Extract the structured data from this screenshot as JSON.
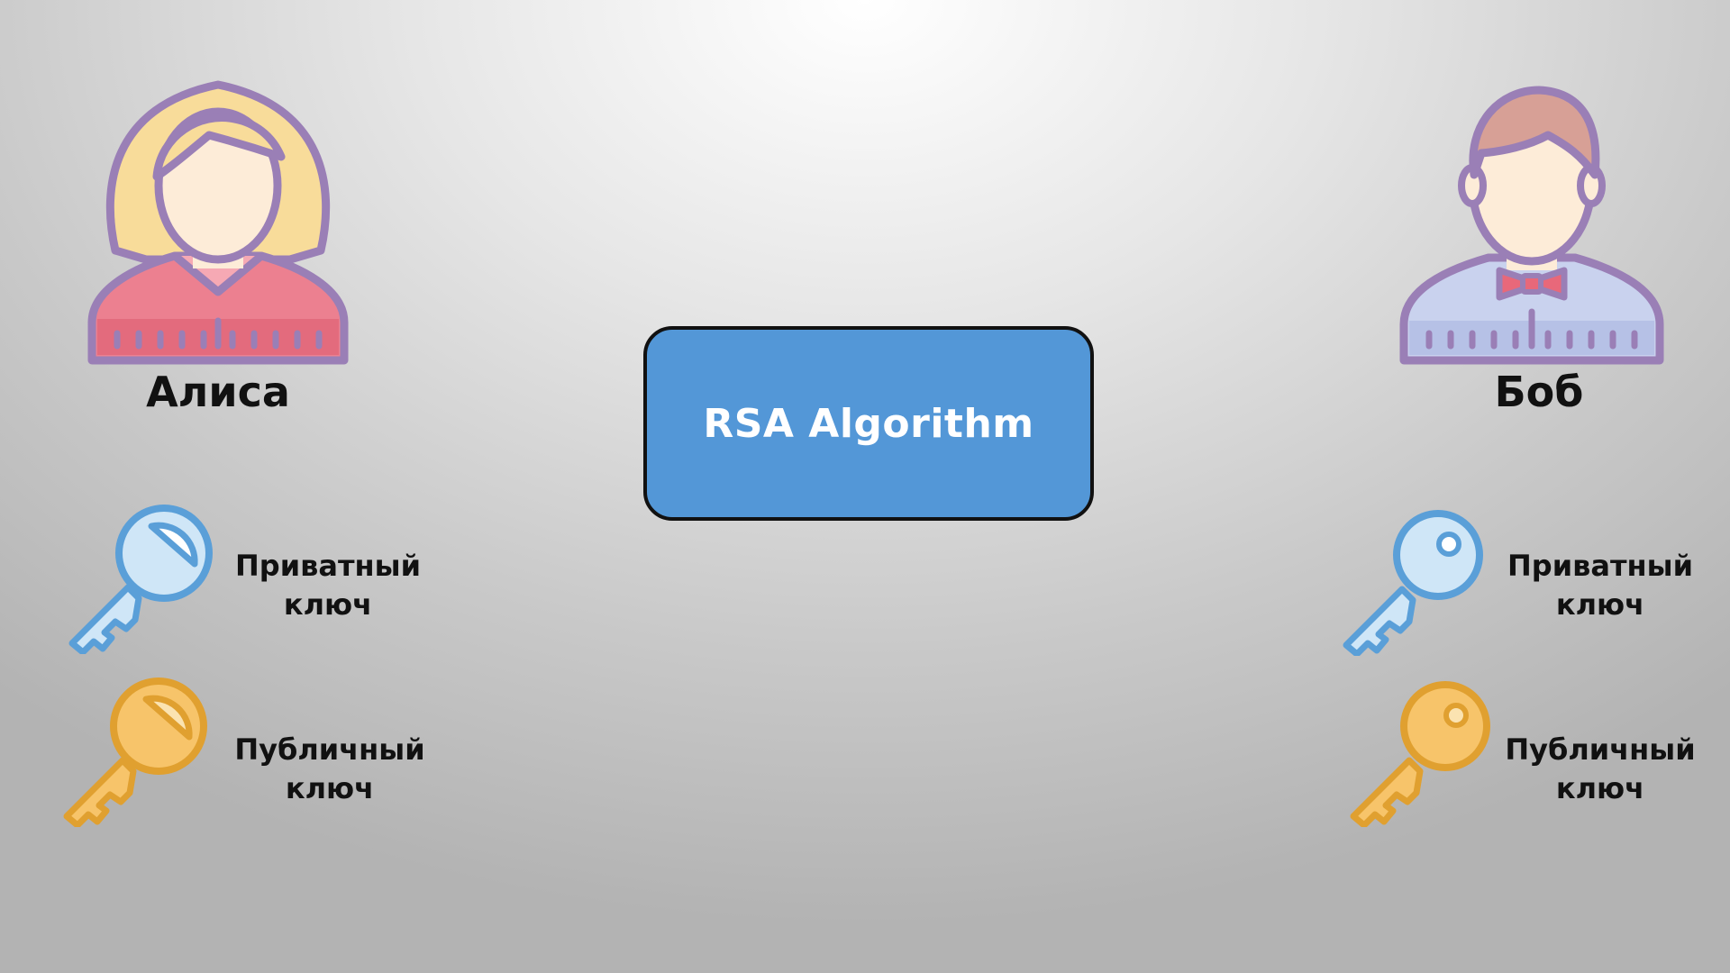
{
  "center": {
    "label": "RSA Algorithm",
    "color": "#5397d7"
  },
  "alice": {
    "name": "Алиса",
    "icon": "woman-avatar-icon",
    "private_key": {
      "line1": "Приватный",
      "line2": "ключ",
      "icon": "key-icon",
      "color": "#cfe6f7"
    },
    "public_key": {
      "line1": "Публичный",
      "line2": "ключ",
      "icon": "key-icon",
      "color": "#f7c46a"
    }
  },
  "bob": {
    "name": "Боб",
    "icon": "man-avatar-icon",
    "private_key": {
      "line1": "Приватный",
      "line2": "ключ",
      "icon": "key-icon",
      "color": "#cfe6f7"
    },
    "public_key": {
      "line1": "Публичный",
      "line2": "ключ",
      "icon": "key-icon",
      "color": "#f7c46a"
    }
  }
}
